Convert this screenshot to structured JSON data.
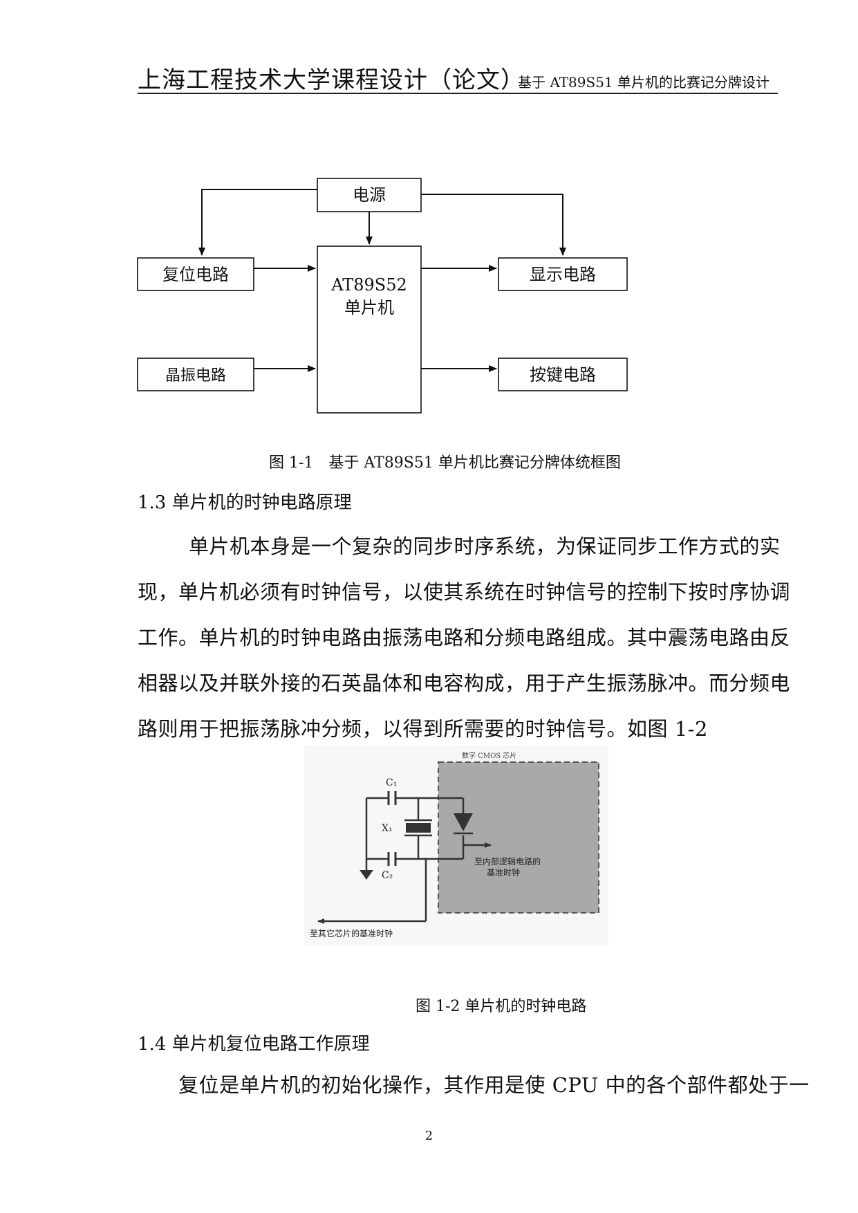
{
  "header": {
    "title": "上海工程技术大学课程设计（论文）",
    "subtitle": "基于 AT89S51 单片机的比赛记分牌设计"
  },
  "figure1": {
    "blocks": {
      "power": "电源",
      "reset": "复位电路",
      "crystal": "晶振电路",
      "mcu_line1": "AT89S52",
      "mcu_line2": "单片机",
      "display": "显示电路",
      "keys": "按键电路"
    },
    "caption": "图 1-1　基于 AT89S51 单片机比赛记分牌体统框图"
  },
  "section_1_3": {
    "heading": "1.3 单片机的时钟电路原理",
    "lines": [
      "单片机本身是一个复杂的同步时序系统，为保证同步工作方式的实",
      "现，单片机必须有时钟信号，以使其系统在时钟信号的控制下按时序协调",
      "工作。单片机的时钟电路由振荡电路和分频电路组成。其中震荡电路由反",
      "相器以及并联外接的石英晶体和电容构成，用于产生振荡脉冲。而分频电",
      "路则用于把振荡脉冲分频，以得到所需要的时钟信号。如图 1-2"
    ]
  },
  "figure2": {
    "chip_label": "数字 CMOS 芯片",
    "cap_top": "C₁",
    "crystal_label": "X₁",
    "cap_bottom": "C₂",
    "internal_label_1": "至内部逻辑电路的",
    "internal_label_2": "基准时钟",
    "external_label": "至其它芯片的基准时钟",
    "caption": "图 1-2 单片机的时钟电路"
  },
  "section_1_4": {
    "heading": "1.4 单片机复位电路工作原理",
    "line": "复位是单片机的初始化操作，其作用是使 CPU 中的各个部件都处于一"
  },
  "page_number": "2"
}
